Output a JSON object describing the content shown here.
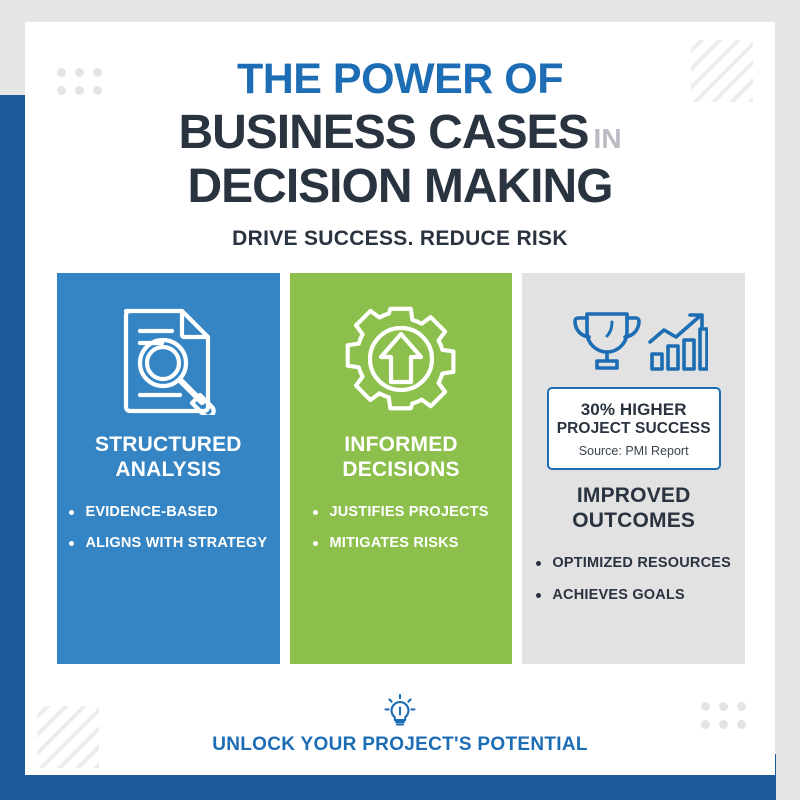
{
  "theme": {
    "brand_blue": "#1D6DB5",
    "frame_blue": "#1D5A9B",
    "card_blue": "#3585C4",
    "card_green": "#8DBF4C",
    "card_gray": "#e2e2e2",
    "dark_text": "#2A3340",
    "page_bg": "#e6e6e6"
  },
  "headline": {
    "line1": "THE POWER OF",
    "line2": "BUSINESS CASES",
    "line2_suffix": "IN",
    "line3": "DECISION MAKING",
    "subhead": "DRIVE SUCCESS. REDUCE RISK"
  },
  "cards": [
    {
      "id": "structured-analysis",
      "icon": "document-magnifier-icon",
      "title_line1": "STRUCTURED",
      "title_line2": "ANALYSIS",
      "bullets": [
        "EVIDENCE-BASED",
        "ALIGNS WITH STRATEGY"
      ]
    },
    {
      "id": "informed-decisions",
      "icon": "gear-arrow-up-icon",
      "title_line1": "INFORMED",
      "title_line2": "DECISIONS",
      "bullets": [
        "JUSTIFIES PROJECTS",
        "MITIGATES RISKS"
      ]
    },
    {
      "id": "improved-outcomes",
      "icon": "trophy-growth-chart-icon",
      "title_line1": "IMPROVED",
      "title_line2": "OUTCOMES",
      "bullets": [
        "OPTIMIZED RESOURCES",
        "ACHIEVES GOALS"
      ],
      "stat_badge": {
        "main": "30% HIGHER",
        "sub": "PROJECT SUCCESS",
        "source": "Source: PMI Report"
      }
    }
  ],
  "footer": {
    "icon": "lightbulb-idea-icon",
    "text": "UNLOCK YOUR PROJECT'S POTENTIAL"
  }
}
